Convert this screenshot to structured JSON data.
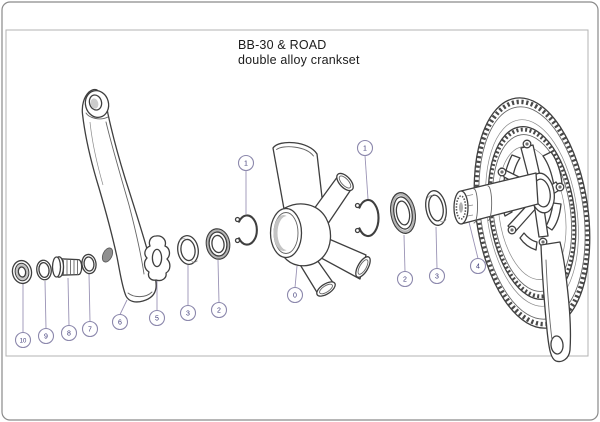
{
  "title": {
    "line1": "BB-30 & ROAD",
    "line2": "double alloy crankset"
  },
  "colors": {
    "ink": "#3f3f3f",
    "ink_light": "#6e6e6e",
    "callout_ring": "#8d89ad",
    "callout_number": "#3b3876",
    "leader_line": "#9a93b5",
    "outer_frame": "#8a8a8a",
    "inner_frame": "#b3b3b3",
    "shade_gray": "#c6c6c6"
  },
  "callouts": [
    {
      "number": "10",
      "part": "crank-bolt"
    },
    {
      "number": "9",
      "part": "spacer-ring"
    },
    {
      "number": "8",
      "part": "preload-adjuster"
    },
    {
      "number": "7",
      "part": "washer"
    },
    {
      "number": "6",
      "part": "left-crank-arm"
    },
    {
      "number": "5",
      "part": "safety-plate"
    },
    {
      "number": "3",
      "part": "wave-washer-left"
    },
    {
      "number": "2",
      "part": "bearing-left"
    },
    {
      "number": "1",
      "part": "snap-ring-left"
    },
    {
      "number": "0",
      "part": "bb-shell"
    },
    {
      "number": "1",
      "part": "snap-ring-right"
    },
    {
      "number": "2",
      "part": "bearing-right"
    },
    {
      "number": "3",
      "part": "wave-washer-right"
    },
    {
      "number": "4",
      "part": "spindle-drive-crankset"
    }
  ]
}
